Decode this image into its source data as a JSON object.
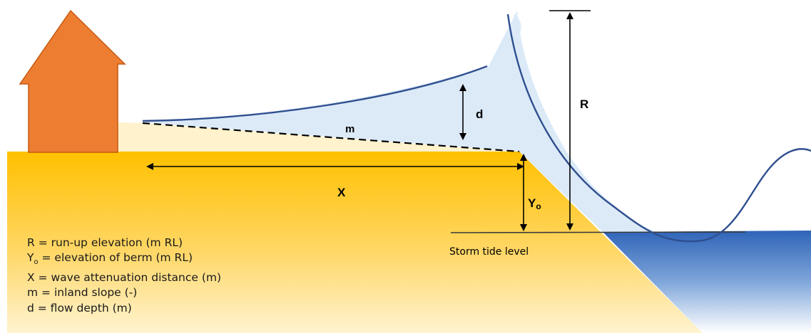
{
  "labels": {
    "d": "d",
    "m": "m",
    "X": "X",
    "R": "R",
    "Yo_main": "Y",
    "Yo_sub": "o",
    "storm_tide": "Storm tide level"
  },
  "legend": [
    {
      "symbol": "R",
      "sub": "",
      "text": " = run-up elevation (m RL)"
    },
    {
      "symbol": "Y",
      "sub": "o",
      "text": " = elevation of berm (m RL)"
    },
    {
      "symbol": "X",
      "sub": "",
      "text": " = wave attenuation distance (m)"
    },
    {
      "symbol": "m",
      "sub": "",
      "text": " = inland slope (-)"
    },
    {
      "symbol": "d",
      "sub": "",
      "text": " = flow depth (m)"
    }
  ],
  "colors": {
    "house": "#ED7D31",
    "house_outline": "#C55A11",
    "sand_top": "#FFC000",
    "sand_bottom": "#FFF2CC",
    "runup_fill": "#DEEBF7",
    "water_top": "#2F64B8",
    "water_bottom": "#FFFFFF",
    "wave_line": "#2F4F8F"
  }
}
